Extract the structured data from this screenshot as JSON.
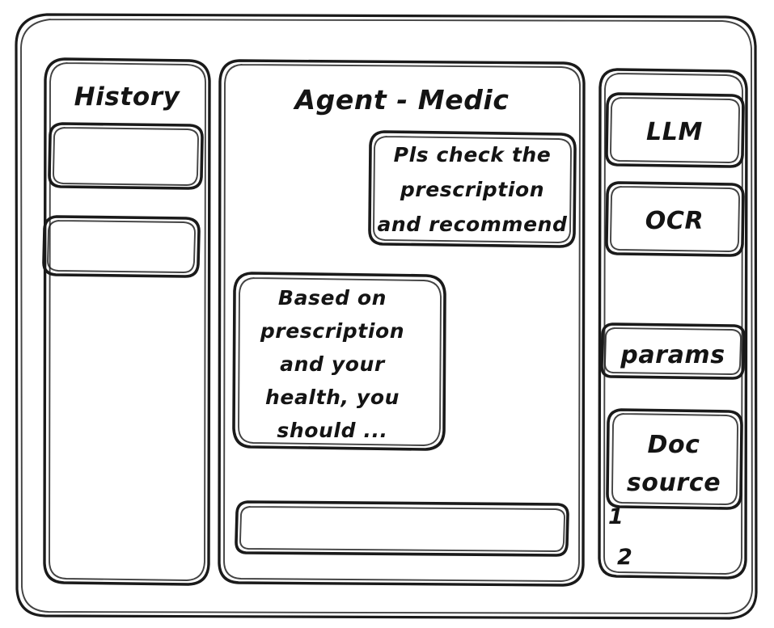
{
  "app": {
    "title": "Agent - Medic",
    "stroke_color": "#1a1a1a",
    "background_color": "#ffffff",
    "style": "hand-drawn wireframe sketch"
  },
  "left_sidebar": {
    "heading": "History",
    "items": [
      {
        "label": "",
        "name": "history-item-1"
      },
      {
        "label": "",
        "name": "history-item-2"
      }
    ]
  },
  "main": {
    "title": "Agent - Medic",
    "messages": [
      {
        "role": "user",
        "align": "right",
        "lines": [
          "Pls check the",
          "prescription",
          "and recommend"
        ]
      },
      {
        "role": "agent",
        "align": "left",
        "lines": [
          "Based on",
          "prescription",
          "and your",
          "health, you",
          "should ..."
        ]
      }
    ],
    "composer": {
      "value": "",
      "placeholder": ""
    }
  },
  "right_sidebar": {
    "buttons": [
      {
        "label": "LLM",
        "name": "llm-button"
      },
      {
        "label": "OCR",
        "name": "ocr-button"
      },
      {
        "label": "params",
        "name": "params-button"
      },
      {
        "label": "Doc source",
        "lines": [
          "Doc",
          "source"
        ],
        "name": "doc-source-button"
      }
    ],
    "doc_list": [
      {
        "label": "1"
      },
      {
        "label": "2"
      }
    ]
  }
}
